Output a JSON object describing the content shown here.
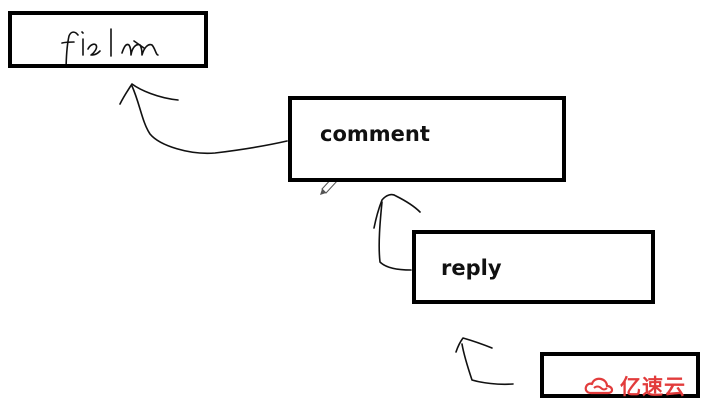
{
  "diagram": {
    "nodes": [
      {
        "id": "film",
        "label": "film",
        "style": "handwritten"
      },
      {
        "id": "comment",
        "label": "comment"
      },
      {
        "id": "reply",
        "label": "reply"
      },
      {
        "id": "next",
        "label": ""
      }
    ],
    "edges": [
      {
        "from": "comment",
        "to": "film"
      },
      {
        "from": "reply",
        "to": "comment"
      },
      {
        "from": "next",
        "to": "reply"
      }
    ]
  },
  "watermark": {
    "text": "亿速云",
    "color": "#e23c3c"
  }
}
